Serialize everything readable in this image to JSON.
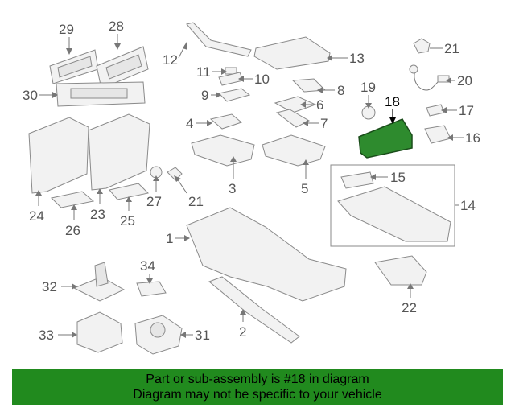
{
  "callouts": [
    {
      "n": "29"
    },
    {
      "n": "28"
    },
    {
      "n": "12"
    },
    {
      "n": "13"
    },
    {
      "n": "21"
    },
    {
      "n": "11"
    },
    {
      "n": "10"
    },
    {
      "n": "30"
    },
    {
      "n": "8"
    },
    {
      "n": "20"
    },
    {
      "n": "9"
    },
    {
      "n": "19"
    },
    {
      "n": "18"
    },
    {
      "n": "6"
    },
    {
      "n": "17"
    },
    {
      "n": "4"
    },
    {
      "n": "7"
    },
    {
      "n": "16"
    },
    {
      "n": "3"
    },
    {
      "n": "5"
    },
    {
      "n": "15"
    },
    {
      "n": "14"
    },
    {
      "n": "27"
    },
    {
      "n": "21"
    },
    {
      "n": "24"
    },
    {
      "n": "23"
    },
    {
      "n": "25"
    },
    {
      "n": "26"
    },
    {
      "n": "1"
    },
    {
      "n": "34"
    },
    {
      "n": "32"
    },
    {
      "n": "22"
    },
    {
      "n": "2"
    },
    {
      "n": "33"
    },
    {
      "n": "31"
    }
  ],
  "highlight": {
    "part_number": "18",
    "fill": "#2e8b2e"
  },
  "banner": {
    "line1": "Part or sub-assembly is #18 in diagram",
    "line2": "Diagram may not be specific to your vehicle",
    "background": "#218a1e"
  }
}
